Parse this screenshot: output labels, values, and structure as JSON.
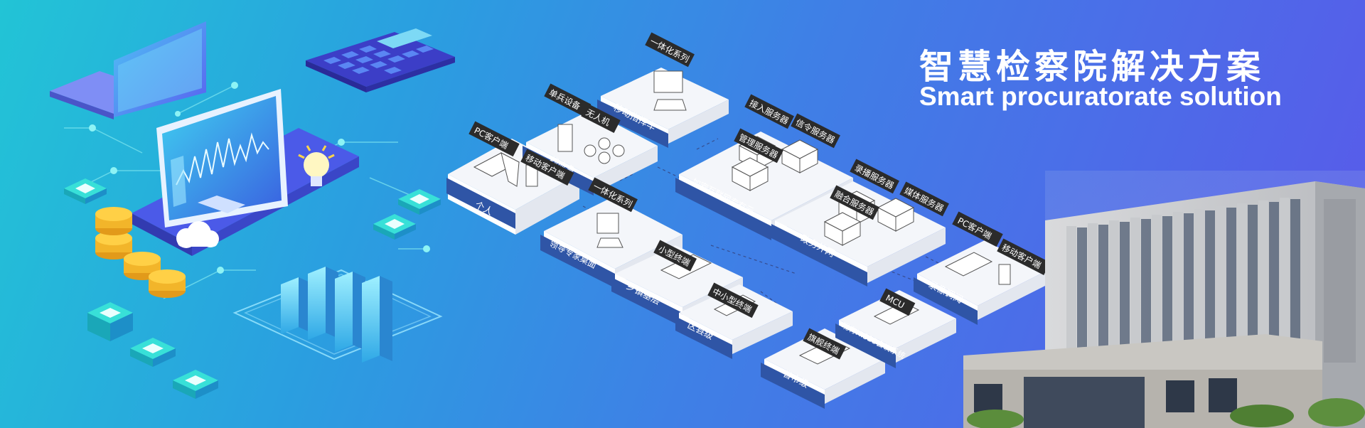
{
  "header": {
    "title_cn": "智慧检察院解决方案",
    "title_en": "Smart procuratorate solution"
  },
  "colors": {
    "bg_start": "#22c4d6",
    "bg_end": "#5a58ea",
    "label_dark": "#2b2b2b",
    "plate_top": "#f4f6fa",
    "plate_side_blue": "#2f55a6"
  },
  "diagram": {
    "groups": {
      "personal": "个人",
      "front_emergency": "一线应急",
      "mobile_command": "移动指挥车",
      "cloud": "加密互联网专有云",
      "gov_network": "政务外网",
      "leader_desktop": "领导专家桌面",
      "township": "乡镇基层",
      "district": "区县级",
      "city": "省市级",
      "h323": "现有H.323会议系统",
      "record_review": "录像调阅"
    },
    "tags": {
      "pc_client_1": "PC客户端",
      "mobile_client_1": "移动客户端",
      "single_soldier": "单兵设备",
      "drone": "无人机",
      "integrated_1": "一体化系列",
      "integrated_2": "一体化系列",
      "access_server": "接入服务器",
      "signal_server": "信令服务器",
      "manage_server": "管理服务器",
      "record_server": "录播服务器",
      "media_server": "媒体服务器",
      "fusion_server": "融合服务器",
      "small_terminal": "小型终端",
      "mid_terminal": "中小型终端",
      "flagship_terminal": "旗舰终端",
      "mcu": "MCU",
      "pc_client_2": "PC客户端",
      "mobile_client_2": "移动客户端"
    }
  }
}
